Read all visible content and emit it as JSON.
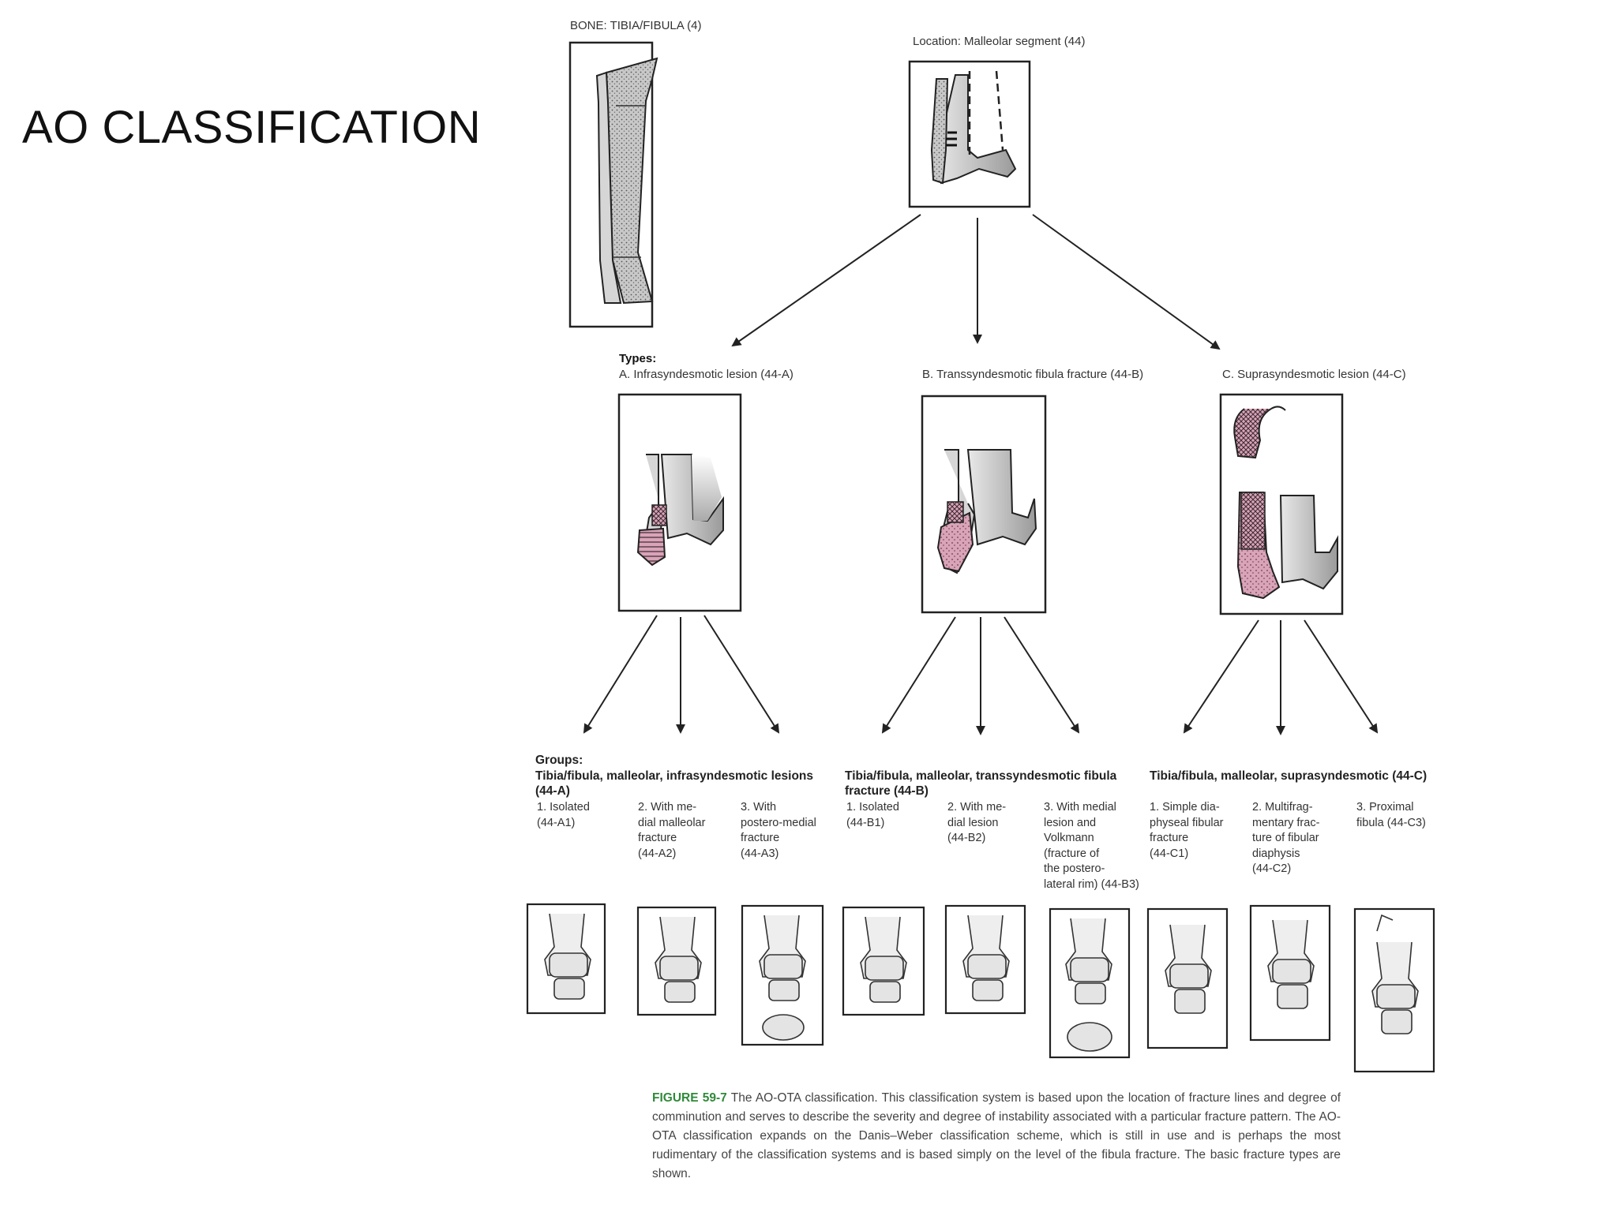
{
  "slide": {
    "title": "AO CLASSIFICATION"
  },
  "figure": {
    "bone_label": "BONE: TIBIA/FIBULA (4)",
    "location_label": "Location: Malleolar segment (44)",
    "types_heading": "Types:",
    "types": [
      {
        "label": "A. Infrasyndesmotic lesion (44-A)"
      },
      {
        "label": "B. Transsyndesmotic fibula fracture (44-B)"
      },
      {
        "label": "C. Suprasyndesmotic lesion (44-C)"
      }
    ],
    "groups_heading": "Groups:",
    "groups": [
      {
        "heading": "Tibia/fibula, malleolar, infrasyndesmotic lesions (44-A)",
        "subgroups": [
          {
            "label": "1. Isolated\n(44-A1)"
          },
          {
            "label": "2. With me-\ndial malleolar\nfracture\n(44-A2)"
          },
          {
            "label": "3. With\npostero-medial\nfracture\n(44-A3)"
          }
        ]
      },
      {
        "heading": "Tibia/fibula, malleolar, transsyndesmotic fibula fracture (44-B)",
        "subgroups": [
          {
            "label": "1. Isolated\n(44-B1)"
          },
          {
            "label": "2. With me-\ndial lesion\n(44-B2)"
          },
          {
            "label": "3. With medial\nlesion and\nVolkmann\n(fracture of\nthe postero-\nlateral rim) (44-B3)"
          }
        ]
      },
      {
        "heading": "Tibia/fibula, malleolar, suprasyndesmotic (44-C)",
        "subgroups": [
          {
            "label": "1. Simple dia-\nphyseal fibular\nfracture\n(44-C1)"
          },
          {
            "label": "2. Multifrag-\nmentary frac-\nture of fibular\ndiaphysis\n(44-C2)"
          },
          {
            "label": "3. Proximal\nfibula (44-C3)"
          }
        ]
      }
    ],
    "caption_label": "FIGURE 59-7",
    "caption_text": "The AO-OTA classification. This classification system is based upon the location of fracture lines and degree of comminution and serves to describe the severity and degree of instability associated with a particular fracture pattern. The AO-OTA classification expands on the Danis–Weber classification scheme, which is still in use and is perhaps the most rudimentary of the classification systems and is based simply on the level of the fibula fracture. The basic fracture types are shown."
  },
  "colors": {
    "fracture_pink": "#d9a3b8",
    "bone_gray": "#bdbdbd",
    "caption_label": "#2f8a3a"
  }
}
